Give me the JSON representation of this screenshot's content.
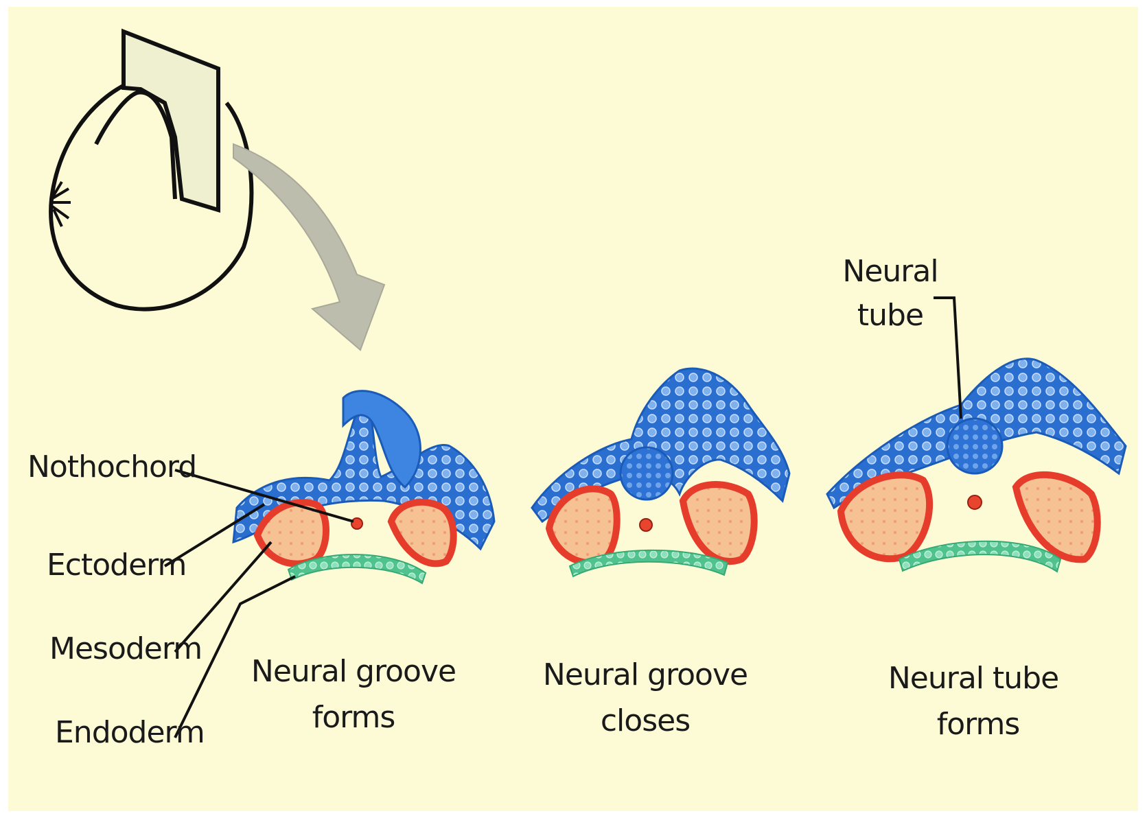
{
  "labels": {
    "notochord": "Nothochord",
    "ectoderm": "Ectoderm",
    "mesoderm": "Mesoderm",
    "endoderm": "Endoderm",
    "neural_tube_top": "Neural",
    "neural_tube_bottom": "tube"
  },
  "stages": [
    {
      "line1": "Neural groove",
      "line2": "forms"
    },
    {
      "line1": "Neural groove",
      "line2": "closes"
    },
    {
      "line1": "Neural tube",
      "line2": "forms"
    }
  ],
  "colors": {
    "background": "#fdfbd6",
    "ectoderm": "#2a6fd0",
    "mesoderm_outer": "#e63c2c",
    "mesoderm_inner": "#f7b98a",
    "endoderm": "#5ccc9a",
    "notochord": "#e8452f",
    "arrow": "#bdbdae"
  }
}
